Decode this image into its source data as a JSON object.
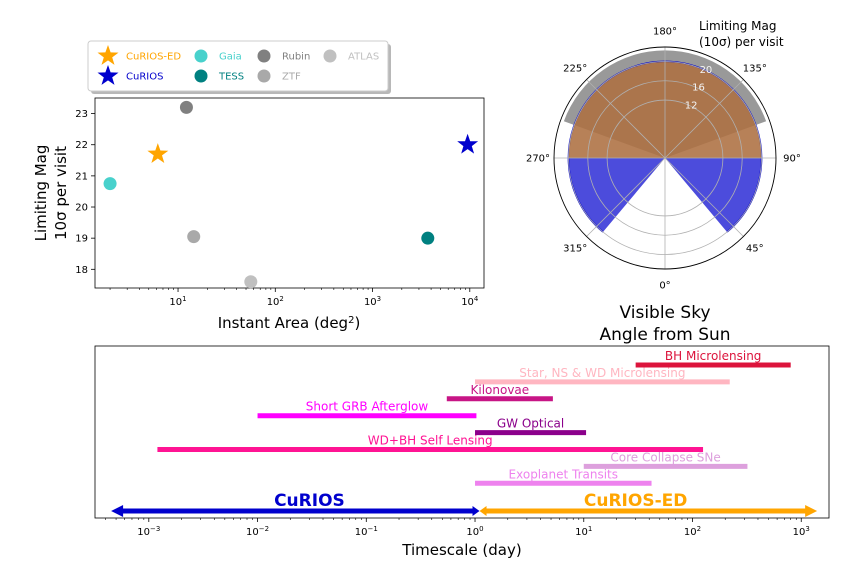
{
  "chart_data": [
    {
      "type": "scatter",
      "xlabel": "Instant Area (deg$^2$)",
      "xlabel_main": "Instant Area (deg",
      "xlabel_sup": "2",
      "xlabel_end": ")",
      "ylabel_line1": "Limiting Mag",
      "ylabel_line2": "10σ per visit",
      "x_scale": "log",
      "xlim": [
        1.4,
        14000
      ],
      "ylim": [
        17.4,
        23.5
      ],
      "x_ticks": [
        {
          "value": 10,
          "base": "10",
          "exp": "1"
        },
        {
          "value": 100,
          "base": "10",
          "exp": "2"
        },
        {
          "value": 1000,
          "base": "10",
          "exp": "3"
        },
        {
          "value": 10000,
          "base": "10",
          "exp": "4"
        }
      ],
      "y_ticks": [
        {
          "value": 18,
          "label": "18"
        },
        {
          "value": 19,
          "label": "19"
        },
        {
          "value": 20,
          "label": "20"
        },
        {
          "value": 21,
          "label": "21"
        },
        {
          "value": 22,
          "label": "22"
        },
        {
          "value": 23,
          "label": "23"
        }
      ],
      "points": [
        {
          "name": "CuRIOS-ED",
          "x": 6.2,
          "y": 21.7,
          "marker": "star",
          "color": "#FFA500"
        },
        {
          "name": "CuRIOS",
          "x": 9500,
          "y": 22.0,
          "marker": "star",
          "color": "#0000CD"
        },
        {
          "name": "Gaia",
          "x": 2.0,
          "y": 20.75,
          "marker": "circle",
          "color": "#48D1CC"
        },
        {
          "name": "TESS",
          "x": 3700,
          "y": 19.0,
          "marker": "circle",
          "color": "#008080"
        },
        {
          "name": "Rubin",
          "x": 12.2,
          "y": 23.2,
          "marker": "circle",
          "color": "#808080"
        },
        {
          "name": "ZTF",
          "x": 14.5,
          "y": 19.05,
          "marker": "circle",
          "color": "#A9A9A9"
        },
        {
          "name": "ATLAS",
          "x": 56,
          "y": 17.6,
          "marker": "circle",
          "color": "#C0C0C0"
        }
      ],
      "legend": {
        "placement": "top-left",
        "entries": [
          {
            "label": "CuRIOS-ED",
            "marker": "star",
            "color": "#FFA500",
            "text_color": "#FFA500"
          },
          {
            "label": "CuRIOS",
            "marker": "star",
            "color": "#0000CD",
            "text_color": "#0000CD"
          },
          {
            "label": "Gaia",
            "marker": "circle",
            "color": "#48D1CC",
            "text_color": "#48D1CC"
          },
          {
            "label": "TESS",
            "marker": "circle",
            "color": "#008080",
            "text_color": "#008080"
          },
          {
            "label": "Rubin",
            "marker": "circle",
            "color": "#808080",
            "text_color": "#808080"
          },
          {
            "label": "ZTF",
            "marker": "circle",
            "color": "#A9A9A9",
            "text_color": "#A9A9A9"
          },
          {
            "label": "ATLAS",
            "marker": "circle",
            "color": "#C0C0C0",
            "text_color": "#C0C0C0"
          }
        ]
      }
    },
    {
      "type": "polar",
      "title_line1": "Visible Sky",
      "title_line2": "Angle from Sun",
      "r_label_line1": "Limiting Mag",
      "r_label_line2": "(10σ) per visit",
      "r_max": 23,
      "r_ticks": [
        {
          "value": 12,
          "label": "12"
        },
        {
          "value": 16,
          "label": "16"
        },
        {
          "value": 20,
          "label": "20"
        }
      ],
      "angle_ticks": [
        {
          "deg": 0,
          "label": "0°"
        },
        {
          "deg": 45,
          "label": "45°"
        },
        {
          "deg": 90,
          "label": "90°"
        },
        {
          "deg": 135,
          "label": "135°"
        },
        {
          "deg": 180,
          "label": "180°"
        },
        {
          "deg": 225,
          "label": "225°"
        },
        {
          "deg": 270,
          "label": "270°"
        },
        {
          "deg": 315,
          "label": "315°"
        }
      ],
      "zero_location": "bottom",
      "direction": "counterclockwise",
      "regions": [
        {
          "name": "Rubin",
          "theta_start": 110,
          "theta_end": 250,
          "r": 22.3,
          "color": "#808080",
          "opacity": 0.8
        },
        {
          "name": "CuRIOS",
          "theta_start": 40,
          "theta_end": 320,
          "r": 20.0,
          "color": "#0000CD",
          "opacity": 0.7
        },
        {
          "name": "CuRIOS-ED",
          "theta_start": 90,
          "theta_end": 270,
          "r": 20.0,
          "color": "#FFA500",
          "opacity": 0.6
        }
      ]
    },
    {
      "type": "timeline",
      "xlabel": "Timescale (day)",
      "x_scale": "log",
      "xlim": [
        0.00032,
        1800
      ],
      "x_ticks": [
        {
          "value": 0.001,
          "base": "10",
          "exp": "−3"
        },
        {
          "value": 0.01,
          "base": "10",
          "exp": "−2"
        },
        {
          "value": 0.1,
          "base": "10",
          "exp": "−1"
        },
        {
          "value": 1,
          "base": "10",
          "exp": "0"
        },
        {
          "value": 10,
          "base": "10",
          "exp": "1"
        },
        {
          "value": 100,
          "base": "10",
          "exp": "2"
        },
        {
          "value": 1000,
          "base": "10",
          "exp": "3"
        }
      ],
      "bars": [
        {
          "label": "BH Microlensing",
          "x_start": 30,
          "x_end": 800,
          "color": "#DC143C"
        },
        {
          "label": "Star, NS & WD Microlensing",
          "x_start": 1,
          "x_end": 220,
          "color": "#FFB6C1"
        },
        {
          "label": "Kilonovae",
          "x_start": 0.55,
          "x_end": 5.2,
          "color": "#C71585"
        },
        {
          "label": "Short GRB Afterglow",
          "x_start": 0.01,
          "x_end": 1.03,
          "color": "#FF00FF"
        },
        {
          "label": "GW Optical",
          "x_start": 1,
          "x_end": 10.5,
          "color": "#8B008B"
        },
        {
          "label": "WD+BH Self Lensing",
          "x_start": 0.0012,
          "x_end": 125,
          "color": "#FF1493"
        },
        {
          "label": "Core Collapse SNe",
          "x_start": 10,
          "x_end": 320,
          "color": "#DDA0DD"
        },
        {
          "label": "Exoplanet Transits",
          "x_start": 1,
          "x_end": 42,
          "color": "#EE82EE"
        }
      ],
      "ranges": [
        {
          "label": "CuRIOS",
          "x_start": 0.00045,
          "x_end": 1.1,
          "color": "#0000CD"
        },
        {
          "label": "CuRIOS-ED",
          "x_start": 1.1,
          "x_end": 1400,
          "color": "#FFA500"
        }
      ]
    }
  ]
}
